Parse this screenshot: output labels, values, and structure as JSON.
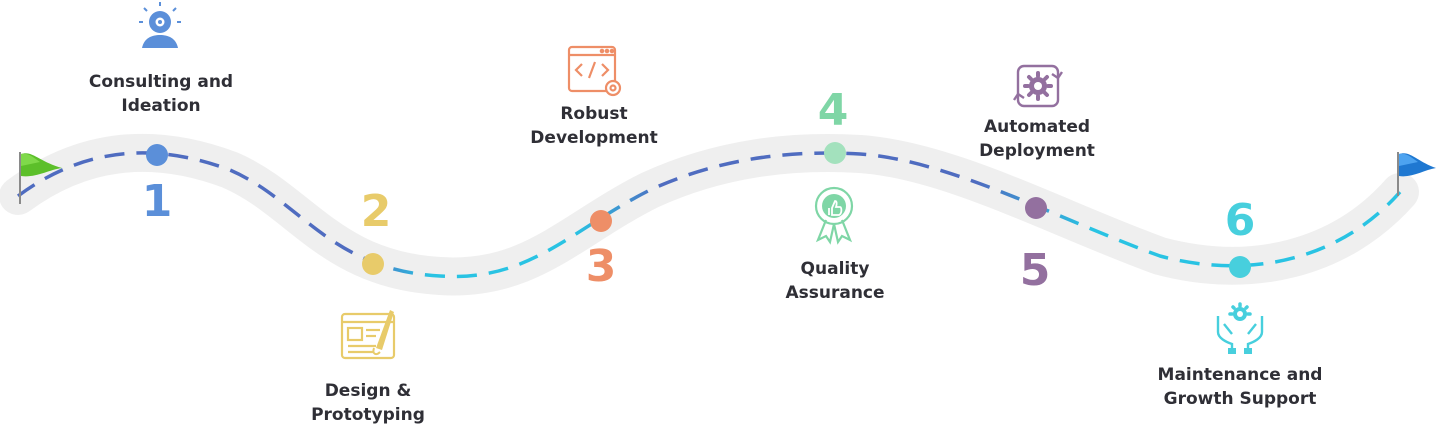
{
  "steps": [
    {
      "number": "1",
      "title_line1": "Consulting and",
      "title_line2": "Ideation",
      "icon": "lightbulb-gear-person-icon",
      "color": "#5b8fd9"
    },
    {
      "number": "2",
      "title_line1": "Design &",
      "title_line2": "Prototyping",
      "icon": "design-document-pen-icon",
      "color": "#e8cb6a"
    },
    {
      "number": "3",
      "title_line1": "Robust",
      "title_line2": "Development",
      "icon": "code-window-gear-icon",
      "color": "#ee8e67"
    },
    {
      "number": "4",
      "title_line1": "Quality",
      "title_line2": "Assurance",
      "icon": "quality-badge-thumbs-up-icon",
      "color": "#7fd6a6"
    },
    {
      "number": "5",
      "title_line1": "Automated",
      "title_line2": "Deployment",
      "icon": "gear-refresh-icon",
      "color": "#93709f"
    },
    {
      "number": "6",
      "title_line1": "Maintenance and",
      "title_line2": "Growth Support",
      "icon": "hands-gear-icon",
      "color": "#47cfdd"
    }
  ],
  "flags": {
    "start": "green-flag-icon",
    "end": "blue-flag-icon"
  },
  "colors": {
    "road": "#efefef",
    "dash_dark": "#4f6cc0",
    "dash_light": "#29c3e3",
    "text": "#2f2f36"
  }
}
